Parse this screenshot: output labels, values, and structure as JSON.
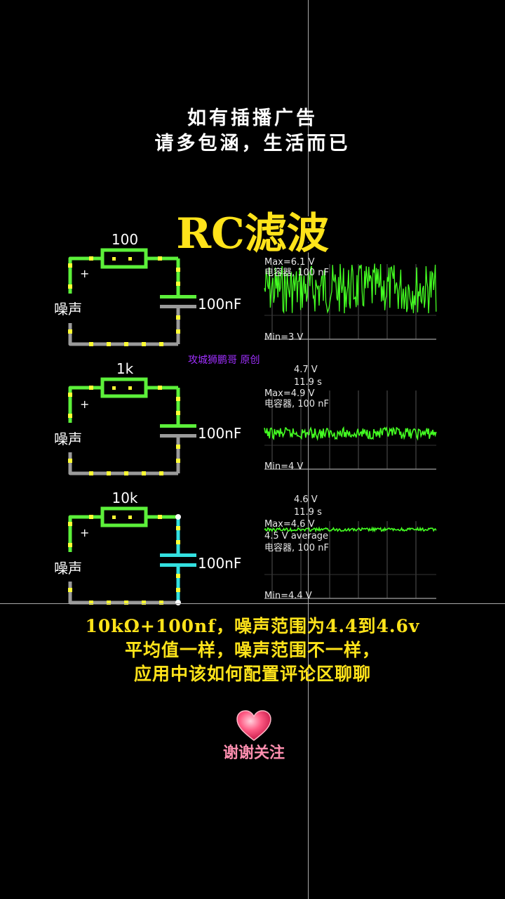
{
  "notice": {
    "line1": "如有插播广告",
    "line2": "请多包涵，生活而已"
  },
  "headline": "RC滤波",
  "watermark": "攻城狮鹏哥 原创",
  "circuits": [
    {
      "resistor_label": "100",
      "capacitor_label": "100nF",
      "source_label": "噪声",
      "plus": "+",
      "scope": {
        "lines": [
          "Max=6.1 V",
          "电容器, 100 nF"
        ],
        "min": "Min=3 V",
        "noise_amplitude": 0.45
      }
    },
    {
      "resistor_label": "1k",
      "capacitor_label": "100nF",
      "source_label": "噪声",
      "plus": "+",
      "scope": {
        "lines": [
          "4.7 V",
          "11.9 s",
          "Max=4.9 V",
          "电容器, 100 nF"
        ],
        "min": "Min=4 V",
        "noise_amplitude": 0.1
      }
    },
    {
      "resistor_label": "10k",
      "capacitor_label": "100nF",
      "source_label": "噪声",
      "plus": "+",
      "scope": {
        "lines": [
          "4.6 V",
          "11.9 s",
          "Max=4.6 V",
          "4.5 V average",
          "电容器, 100 nF"
        ],
        "min": "Min=4.4 V",
        "noise_amplitude": 0.03
      }
    }
  ],
  "caption": {
    "line1": "10kΩ+100nf，噪声范围为4.4到4.6v",
    "line2": "平均值一样，噪声范围不一样，",
    "line3": "应用中该如何配置评论区聊聊"
  },
  "thanks": "谢谢关注",
  "colors": {
    "wire": "#5cf03a",
    "resistor": "#5cf03a",
    "terminal": "#ffff33",
    "ground": "#9a9a9a",
    "scope_trace": "#44ff22",
    "highlight": "#33e0e0",
    "headline": "#ffe31a"
  }
}
